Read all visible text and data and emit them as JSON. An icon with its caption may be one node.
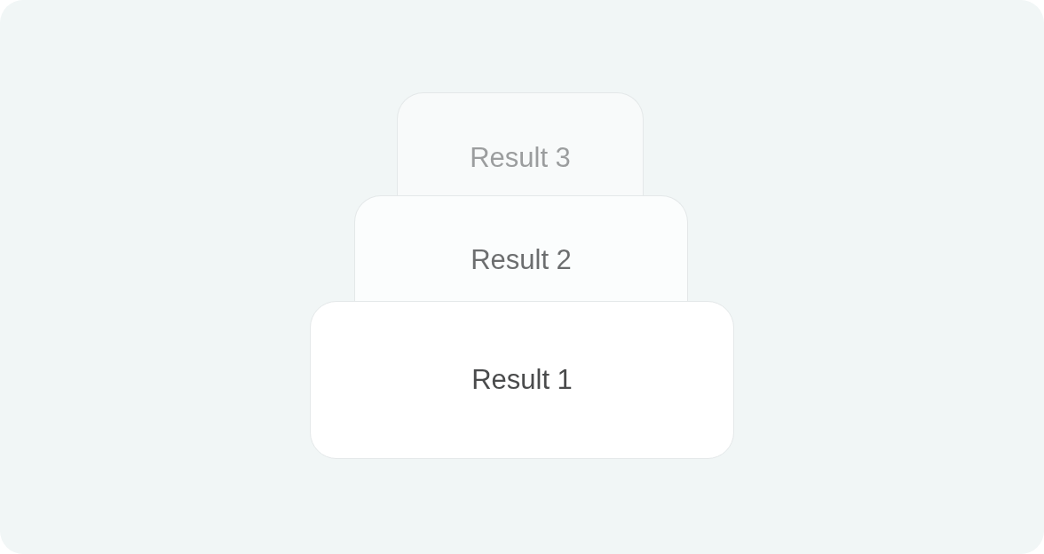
{
  "diagram": {
    "nodes": [
      {
        "text": [
          "Result 3"
        ]
      },
      {
        "text": [
          "Result 2"
        ]
      },
      {
        "text": [
          "Result 1"
        ]
      }
    ]
  }
}
